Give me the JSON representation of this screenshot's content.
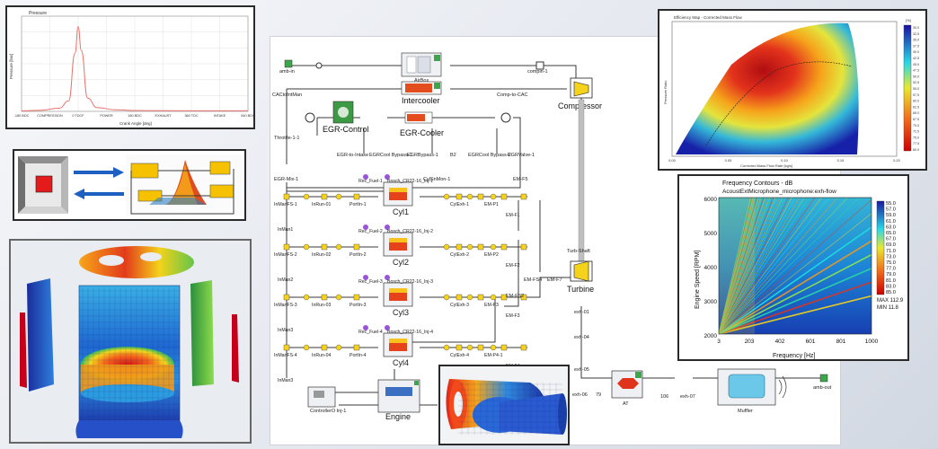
{
  "colors": {
    "hot": "#d62418",
    "warm": "#f5d21b",
    "cool": "#2c9be0",
    "cold": "#1b2f9a",
    "accent": "#1e5fc2"
  },
  "pressure": {
    "title": "Pressure",
    "ylabel": "Pressure [bar]",
    "xlabel": "Crank Angle [deg]",
    "ticks": [
      "-180 BDC",
      "COMPRESSION",
      "0 TDCF",
      "POWER",
      "180 BDC",
      "EXHAUST",
      "360 TDC",
      "INTAKE",
      "540 BDC"
    ],
    "chart_data": {
      "type": "line",
      "x": [
        -180,
        -120,
        -60,
        -30,
        -10,
        0,
        10,
        30,
        60,
        120,
        180,
        360,
        540
      ],
      "y": [
        1,
        2,
        6,
        20,
        110,
        160,
        115,
        25,
        7,
        3,
        1.5,
        1,
        1
      ],
      "xlim": [
        -180,
        540
      ],
      "ylim": [
        0,
        180
      ]
    }
  },
  "heatmap": {
    "title": "Frequency Contours - dB",
    "subtitle": "AcoustExtMicrophone_microphone:exh-flow",
    "xlabel": "Frequency [Hz]",
    "ylabel": "Engine Speed [RPM]",
    "xticks": [
      "3",
      "203",
      "402",
      "601",
      "801",
      "1000"
    ],
    "yticks": [
      "6000",
      "5000",
      "4000",
      "3000",
      "2000"
    ],
    "legend": [
      "55.0",
      "57.0",
      "59.0",
      "61.0",
      "63.0",
      "65.0",
      "67.0",
      "69.0",
      "71.0",
      "73.0",
      "75.0",
      "77.0",
      "79.0",
      "81.0",
      "83.0",
      "85.0"
    ],
    "max_label": "MAX 112.9",
    "min_label": "MIN 11.8"
  },
  "efficiency": {
    "title": "Efficiency Map - Corrected Mass Flow",
    "ylabel": "Pressure Ratio",
    "xlabel": "Corrected Mass Flow Rate [kg/s]",
    "xticks": [
      "0.00",
      "0.05",
      "0.10",
      "0.15",
      "0.20"
    ],
    "unit": "[%]",
    "legend": [
      "30.0",
      "32.5",
      "35.0",
      "37.5",
      "40.0",
      "42.5",
      "45.0",
      "47.5",
      "50.0",
      "52.5",
      "55.0",
      "57.5",
      "60.0",
      "62.5",
      "65.0",
      "67.5",
      "70.0",
      "72.5",
      "75.0",
      "77.5",
      "80.0"
    ]
  },
  "schematic": {
    "amb_in": "amb-in",
    "compin": "compin-1",
    "airbox": "AirBox",
    "cactointman": "CACtoIntMan",
    "comp_to_cac": "Comp-to-CAC",
    "intercooler": "Intercooler",
    "compressor": "Compressor",
    "throttle": "Throttle-1-1",
    "egr_control": "EGR-Control",
    "egr_cooler": "EGR-Cooler",
    "egr_intake": "EGR-to-Intake",
    "egrcool_bypass1": "EGRCool Bypass-1",
    "egrbypass1": "EGRBypass-1",
    "b2": "B2",
    "egrcool_bypass2": "EGRCool Bypass-2",
    "egrvalve": "EGRValve-1",
    "egrmix": "EGR-Mix-1",
    "em5": "EM-F5",
    "turbshaft": "Turb-Shaft",
    "turbine": "Turbine",
    "emfs4": "EM-FS4",
    "emf7": "EM-F7",
    "emfs2": "EM-FS2",
    "cyls": [
      {
        "label": "Cyl1",
        "inmanfs": "InManFS-1",
        "inrun": "InRun-01",
        "port": "PortIn-1",
        "fuel": "Rec_Fuel-1",
        "inj": "Bosch_CR22-16_Inj-1",
        "exh": "CylExh-1",
        "em": "EM-P1",
        "inman": "InMan1",
        "emf": "EM-F1"
      },
      {
        "label": "Cyl2",
        "inmanfs": "InManFS-2",
        "inrun": "InRun-02",
        "port": "PortIn-2",
        "fuel": "Rec_Fuel-2",
        "inj": "Bosch_CR22-16_Inj-2",
        "exh": "CylExh-2",
        "em": "EM-P2",
        "inman": "InMan2",
        "emf": "EM-F2"
      },
      {
        "label": "Cyl3",
        "inmanfs": "InManFS-3",
        "inrun": "InRun-03",
        "port": "PortIn-3",
        "fuel": "Rec_Fuel-3",
        "inj": "Bosch_CR22-16_Inj-3",
        "exh": "CylExh-3",
        "em": "EM-P3",
        "inman": "InMan3",
        "emf": "EM-F3"
      },
      {
        "label": "Cyl4",
        "inmanfs": "InManFS-4",
        "inrun": "InRun-04",
        "port": "PortIn-4",
        "fuel": "Rec_Fuel-4",
        "inj": "Bosch_CR22-16_Inj-4",
        "exh": "CylExh-4",
        "em": "EM-P4-1",
        "inman": "InMan3",
        "emf": "EM-F4"
      }
    ],
    "cylsnmon": "CylSnMon-1",
    "engine": "Engine",
    "controller": "ControllerO Inj-1",
    "at": "AT",
    "muffler": "Muffler",
    "amb_out": "amb-out",
    "exh01": "exh-01",
    "exh04": "exh-04",
    "exh05": "exh-05",
    "exh06": "exh-06",
    "n79": "79",
    "exh07": "exh-07",
    "n106": "106"
  }
}
